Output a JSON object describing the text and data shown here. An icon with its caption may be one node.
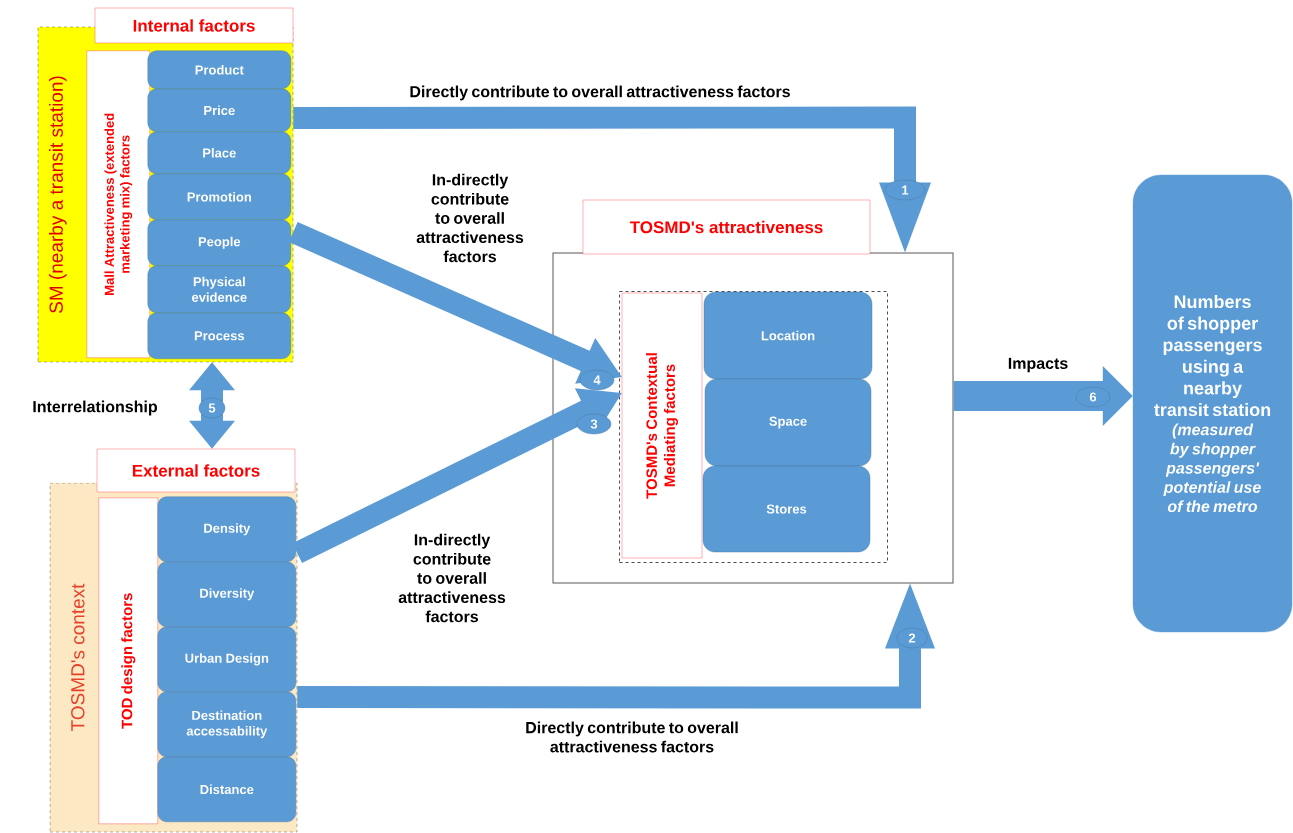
{
  "diagram": {
    "nodes": [
      {
        "text": [
          "SM (nearby a transit station)"
        ]
      },
      {
        "text": [
          "Internal factors"
        ]
      },
      {
        "text": [
          "Mall Attractiveness (extended marketing mix) factors"
        ],
        "in": 0
      },
      {
        "text": [
          "Product"
        ],
        "in": 0
      },
      {
        "text": [
          "Price"
        ],
        "in": 0
      },
      {
        "text": [
          "Place"
        ],
        "in": 0
      },
      {
        "text": [
          "Promotion"
        ],
        "in": 0
      },
      {
        "text": [
          "People"
        ],
        "in": 0
      },
      {
        "text": [
          "Physical evidence"
        ],
        "in": 0
      },
      {
        "text": [
          "Process"
        ],
        "in": 0
      },
      {
        "text": [
          "External factors"
        ]
      },
      {
        "text": [
          "TOSMD's context"
        ]
      },
      {
        "text": [
          "TOD design factors"
        ],
        "in": 11
      },
      {
        "text": [
          "Density"
        ],
        "in": 11
      },
      {
        "text": [
          "Diversity"
        ],
        "in": 11
      },
      {
        "text": [
          "Urban Design"
        ],
        "in": 11
      },
      {
        "text": [
          "Destination accessability"
        ],
        "in": 11
      },
      {
        "text": [
          "Distance"
        ],
        "in": 11
      },
      {
        "text": [
          "TOSMD's attractiveness"
        ]
      },
      {
        "text": [],
        "shape": "box"
      },
      {
        "text": [],
        "shape": "box",
        "in": 19
      },
      {
        "text": [
          "TOSMD's Contextual Mediating factors"
        ],
        "in": 20
      },
      {
        "text": [
          "Location"
        ],
        "in": 20
      },
      {
        "text": [
          "Space"
        ],
        "in": 20
      },
      {
        "text": [
          "Stores"
        ],
        "in": 20
      },
      {
        "text": [
          "Numbers of shopper passengers using a nearby transit station",
          "(measured by shopper passengers' potential use of the metro"
        ]
      }
    ],
    "edges": [
      {
        "from": 0,
        "to": 19,
        "arrow": "to",
        "label": "Directly contribute to overall attractiveness factors"
      },
      {
        "from": 0,
        "to": 21,
        "arrow": "to",
        "label": "In-directly contribute to overall attractiveness factors"
      },
      {
        "from": 0,
        "to": 10,
        "arrow": "both",
        "label": "Interrelationship"
      },
      {
        "from": 11,
        "to": 21,
        "arrow": "to",
        "label": "In-directly contribute to overall attractiveness factors"
      },
      {
        "from": 11,
        "to": 19,
        "arrow": "to",
        "label": "Directly contribute to overall attractiveness factors"
      },
      {
        "from": 19,
        "to": 25,
        "arrow": "to",
        "label": "Impacts"
      }
    ],
    "labels": [
      "1",
      "4",
      "6",
      "5",
      "3",
      "2"
    ]
  }
}
